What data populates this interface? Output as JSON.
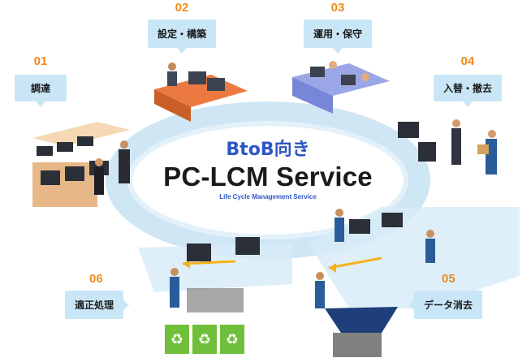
{
  "header": {
    "btob": "BtoB向き",
    "title": "PC-LCM Service",
    "subtitle": "Life Cycle Management Service"
  },
  "steps": [
    {
      "num": "01",
      "label": "調達"
    },
    {
      "num": "02",
      "label": "設定・構築"
    },
    {
      "num": "03",
      "label": "運用・保守"
    },
    {
      "num": "04",
      "label": "入替・撤去"
    },
    {
      "num": "05",
      "label": "データ消去"
    },
    {
      "num": "06",
      "label": "適正処理"
    }
  ],
  "colors": {
    "accent_orange": "#f08a1c",
    "label_bg": "#c9e6f7",
    "title_blue": "#2c56c5",
    "ring": "#cfe6f5",
    "recycle_green": "#6fbf3a"
  },
  "icons": [
    "recycle-icon",
    "arrow-icon"
  ]
}
